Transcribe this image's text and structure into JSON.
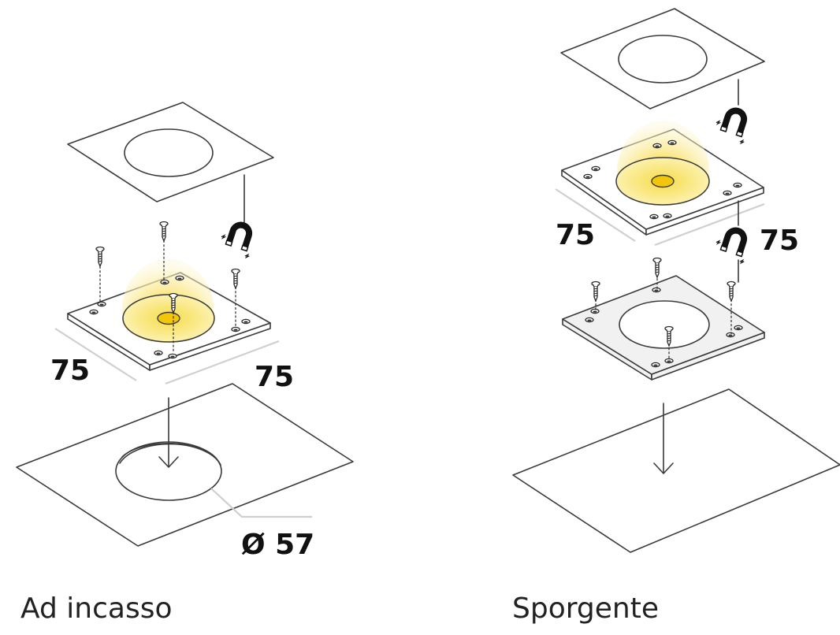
{
  "left": {
    "caption": "Ad incasso",
    "dim_width": "75",
    "dim_depth": "75",
    "dim_hole": "Ø 57"
  },
  "right": {
    "caption": "Sporgente",
    "dim_width": "75",
    "dim_depth": "75"
  },
  "colors": {
    "line": "#3a3a3a",
    "dimension_line": "#cfcfcf",
    "light_glow": "#fbe88a",
    "light_core": "#f2c70a"
  }
}
